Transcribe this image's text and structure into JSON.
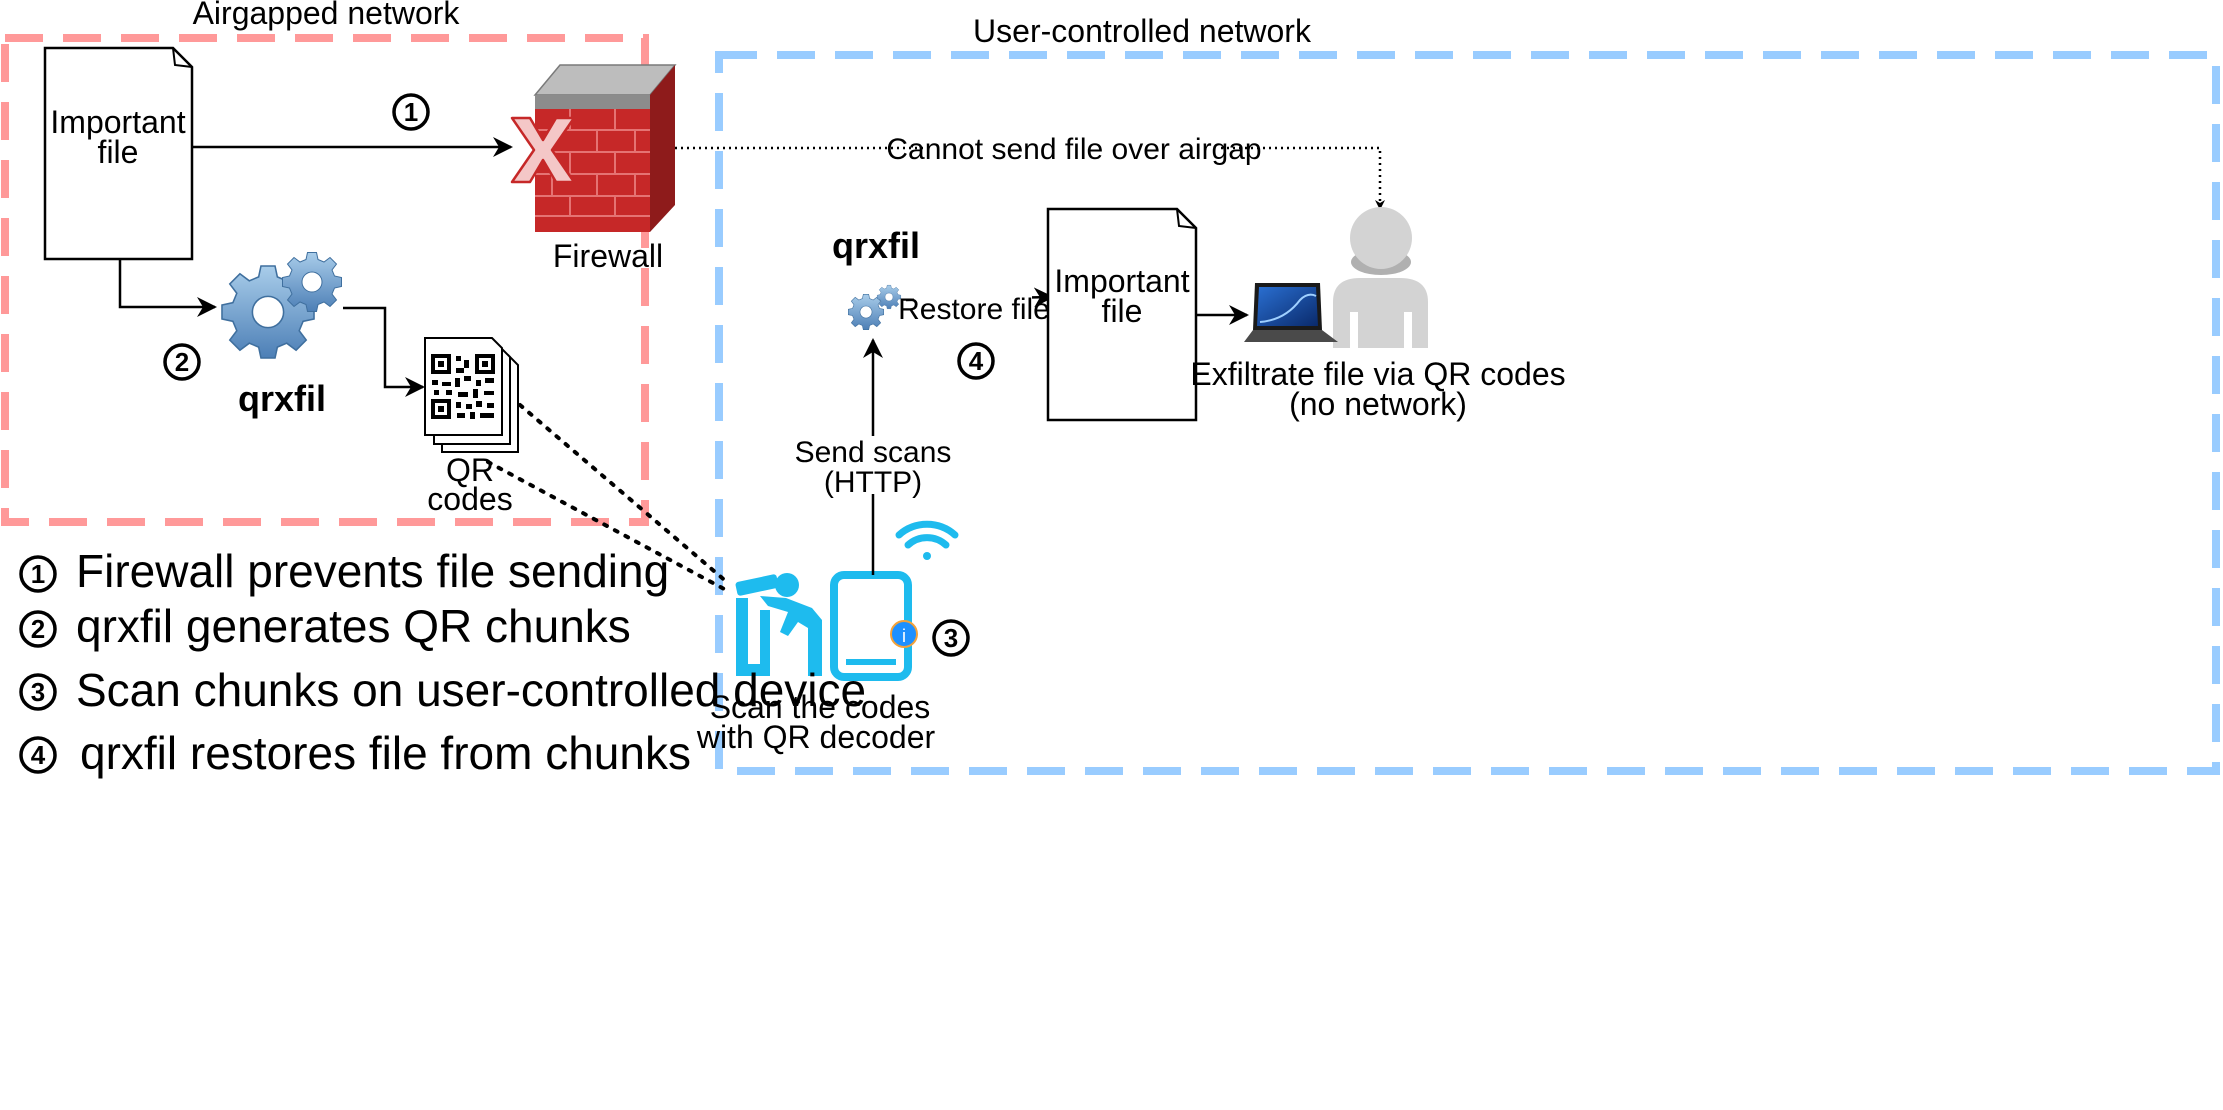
{
  "zones": {
    "airgapped_label": "Airgapped network",
    "user_label": "User-controlled network"
  },
  "nodes": {
    "file_left_label": [
      "Important",
      "file"
    ],
    "file_right_label": [
      "Important",
      "file"
    ],
    "firewall_label": "Firewall",
    "qrxfil_left_label": "qrxfil",
    "qrxfil_right_label": "qrxfil",
    "qr_codes_label": [
      "QR",
      "codes"
    ],
    "scan_label": [
      "Scan the codes",
      "with QR decoder"
    ],
    "exfil_label": [
      "Exfiltrate file via QR codes",
      "(no network)"
    ]
  },
  "edges": {
    "airgap_note": "Cannot send file over airgap",
    "restore_file": "Restore file",
    "send_scans": [
      "Send scans",
      "(HTTP)"
    ]
  },
  "steps": [
    "1",
    "2",
    "3",
    "4"
  ],
  "legend": [
    {
      "num": "1",
      "text": "Firewall prevents file sending"
    },
    {
      "num": "2",
      "text": "qrxfil generates QR chunks"
    },
    {
      "num": "3",
      "text": "Scan chunks on user-controlled device"
    },
    {
      "num": "4",
      "text": "qrxfil restores file from chunks"
    }
  ],
  "colors": {
    "airgapped_border": "#ff9999",
    "user_border": "#99ccff",
    "brick": "#c62828",
    "device_blue": "#1ebbee",
    "gear_blue": "#5b8fc2",
    "person_gray": "#d3d3d3"
  },
  "icons": [
    "file-icon",
    "firewall-icon",
    "x-mark-icon",
    "gears-icon",
    "qr-code-stack-icon",
    "scanner-person-icon",
    "smartphone-icon",
    "wifi-icon",
    "laptop-icon",
    "user-icon"
  ]
}
